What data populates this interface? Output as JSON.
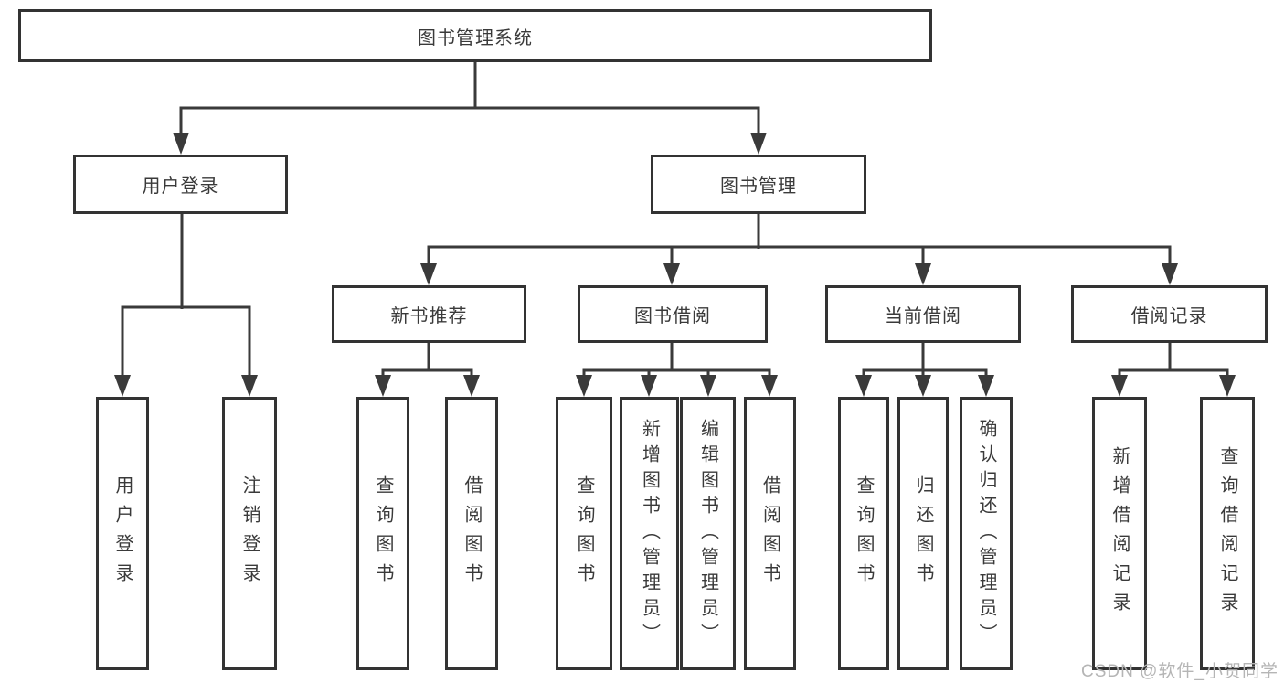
{
  "tree": {
    "root": "图书管理系统",
    "children": [
      {
        "label": "用户登录",
        "leaves": [
          "用户登录",
          "注销登录"
        ]
      },
      {
        "label": "图书管理",
        "children": [
          {
            "label": "新书推荐",
            "leaves": [
              "查询图书",
              "借阅图书"
            ]
          },
          {
            "label": "图书借阅",
            "leaves": [
              "查询图书",
              "新增图书（管理员）",
              "编辑图书（管理员）",
              "借阅图书"
            ]
          },
          {
            "label": "当前借阅",
            "leaves": [
              "查询图书",
              "归还图书",
              "确认归还（管理员）"
            ]
          },
          {
            "label": "借阅记录",
            "leaves": [
              "新增借阅记录",
              "查询借阅记录"
            ]
          }
        ]
      }
    ]
  },
  "watermark": {
    "text": "CSDN @软件_小贺同学"
  },
  "colors": {
    "line": "#3a3a3a",
    "border": "#333333",
    "text": "#3a3a3a",
    "watermark": "#b5b5b5"
  }
}
